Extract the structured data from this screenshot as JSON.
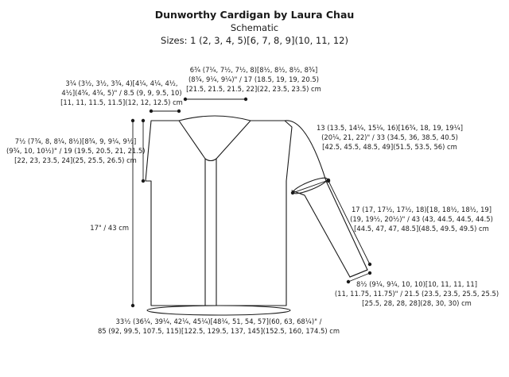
{
  "header": {
    "title": "Dunworthy Cardigan by Laura Chau",
    "subtitle": "Schematic",
    "sizes": "Sizes: 1 (2, 3, 4, 5)[6, 7, 8, 9](10, 11, 12)"
  },
  "measurements": {
    "shoulder": [
      "3¼ (3½, 3½, 3¾, 4)[4¼, 4¼, 4½,",
      "4½](4¾, 4¾, 5)\" / 8.5 (9, 9, 9.5, 10)",
      "[11, 11, 11.5, 11.5](12, 12, 12.5) cm"
    ],
    "back_neck": [
      "6¾ (7¼, 7½, 7½, 8)[8½, 8½, 8½, 8¾]",
      "(8¾, 9¼, 9¼)\" / 17 (18.5, 19, 19, 20.5)",
      "[21.5, 21.5, 21.5, 22](22, 23.5, 23.5) cm"
    ],
    "armhole_depth": [
      "7½ (7¾, 8, 8¼, 8½)[8¾, 9, 9¼, 9½]",
      "(9¾, 10, 10½)\" / 19 (19.5, 20.5, 21, 21.5)",
      "[22, 23, 23.5, 24](25, 25.5, 26.5) cm"
    ],
    "upper_arm": [
      "13 (13.5, 14¼, 15¼, 16)[16¾, 18, 19, 19¼]",
      "(20¼, 21, 22)\" / 33 (34.5, 36, 38.5, 40.5)",
      "[42.5, 45.5, 48.5, 49](51.5, 53.5, 56) cm"
    ],
    "body_length": "17\" / 43 cm",
    "sleeve_length": [
      "17 (17, 17½, 17½, 18)[18, 18½, 18½, 19]",
      "(19, 19½, 20½)\" / 43 (43, 44.5, 44.5, 44.5)",
      "[44.5, 47, 47, 48.5](48.5, 49.5, 49.5) cm"
    ],
    "cuff": [
      "8½ (9¼, 9¼, 10, 10)[10, 11, 11, 11]",
      "(11, 11.75, 11.75)\" / 21.5 (23.5, 23.5, 25.5, 25.5)",
      "[25.5, 28, 28, 28](28, 30, 30) cm"
    ],
    "hem": [
      "33½ (36¼, 39¼, 42¼, 45¼)[48¼, 51, 54, 57](60, 63, 68¼)\" /",
      "85 (92, 99.5, 107.5, 115)[122.5, 129.5, 137, 145](152.5, 160, 174.5) cm"
    ]
  }
}
